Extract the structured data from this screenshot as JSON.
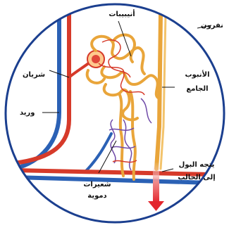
{
  "diagram": {
    "labels": {
      "tubules": "أنيبيبات",
      "nephron": "نفرون",
      "artery": "شريان",
      "vein": "وريد",
      "collecting_duct_line1": "الأنبوب",
      "collecting_duct_line2": "الجامع",
      "capillaries_line1": "شعيرات",
      "capillaries_line2": "دموية",
      "urine_line1": "يتجه البول",
      "urine_line2": "إلى الحالب"
    },
    "colors": {
      "border": "#1b3f8f",
      "artery": "#d63a2a",
      "vein": "#2b61b5",
      "tubule": "#e9a53a",
      "capillary": "#6f4aa8",
      "flow_arrow": "#e3262d"
    }
  }
}
